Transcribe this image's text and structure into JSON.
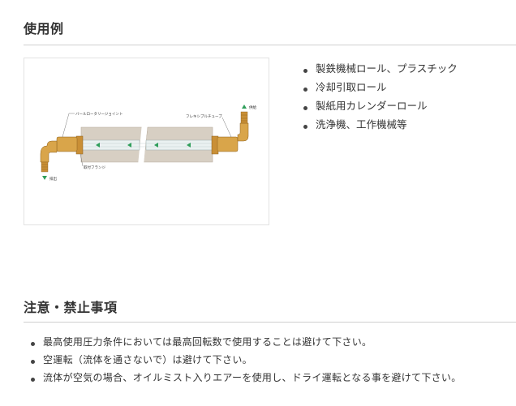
{
  "usage": {
    "title": "使用例",
    "items": [
      "製鉄機械ロール、プラスチック",
      "冷却引取ロール",
      "製紙用カレンダーロール",
      "洗浄機、工作機械等"
    ],
    "figure_labels": {
      "joint": "バールロータリージョイント",
      "flex": "フレキシブルチューブ",
      "supply": "供給",
      "flange": "取付フランジ",
      "drain": "排出"
    }
  },
  "cautions": {
    "title": "注意・禁止事項",
    "items": [
      "最高使用圧力条件においては最高回転数で使用することは避けて下さい。",
      "空運転（流体を通さないで）は避けて下さい。",
      "流体が空気の場合、オイルミスト入りエアーを使用し、ドライ運転となる事を避けて下さい。"
    ]
  },
  "colors": {
    "roll": "#d7cfc3",
    "joint": "#d9a54a",
    "flow_arrow": "#2f9e5a"
  }
}
